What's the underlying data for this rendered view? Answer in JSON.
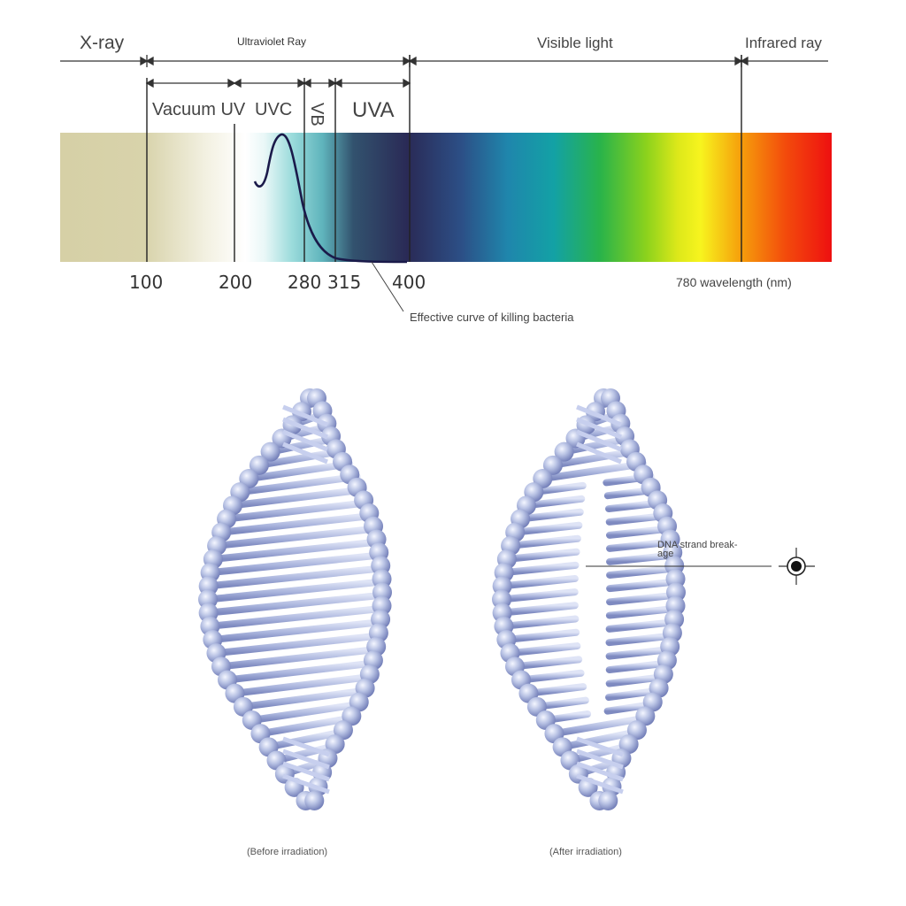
{
  "spectrum": {
    "regions": {
      "xray": "X-ray",
      "ultraviolet": "Ultraviolet Ray",
      "visible": "Visible light",
      "infrared": "Infrared ray"
    },
    "bands": {
      "vacuum_uv": "Vacuum UV",
      "uvc": "UVC",
      "uvb": "VB",
      "uva": "UVA"
    },
    "ticks": [
      "100",
      "200",
      "280",
      "315",
      "400"
    ],
    "wavelength_label": "780 wavelength (nm)",
    "curve_label": "Effective curve of killing bacteria"
  },
  "dna": {
    "break_label_line1": "DNA strand break-",
    "break_label_line2": "age",
    "caption_before": "(Before irradiation)",
    "caption_after": "(After irradiation)"
  },
  "colors": {
    "dna_strand": "#b8c2e4",
    "dna_shadow": "#7f8cc4",
    "line": "#333333"
  }
}
